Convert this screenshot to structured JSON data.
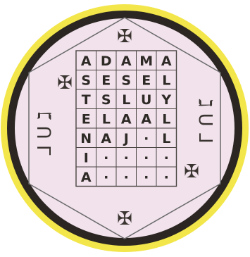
{
  "seal": {
    "colors": {
      "background": "#ffffff",
      "outer_ring": "#f2e64a",
      "black_ring": "#2b2622",
      "disc": "#f1e2ec",
      "hexagon": "#6a6a6a",
      "grid_line": "#4a4542",
      "text": "#2e2a26"
    },
    "crosses": [
      "✠",
      "✠",
      "✠",
      "✠"
    ],
    "grid_rows": [
      [
        "A",
        "D",
        "A",
        "M",
        "A"
      ],
      [
        "S",
        "E",
        "S",
        "E",
        "L"
      ],
      [
        "T",
        "S",
        "L",
        "U",
        "Y"
      ],
      [
        "E",
        "L",
        "A",
        "A",
        "L"
      ],
      [
        "N",
        "A",
        "J",
        "·",
        "L"
      ],
      [
        "I",
        "·",
        "·",
        "·",
        "·"
      ],
      [
        "A",
        "·",
        "·",
        "·",
        "·"
      ]
    ],
    "side_glyph_left": "ᒧ ᑌ ℷ",
    "side_glyph_right": "ℷ ᑌ ᒧ"
  }
}
